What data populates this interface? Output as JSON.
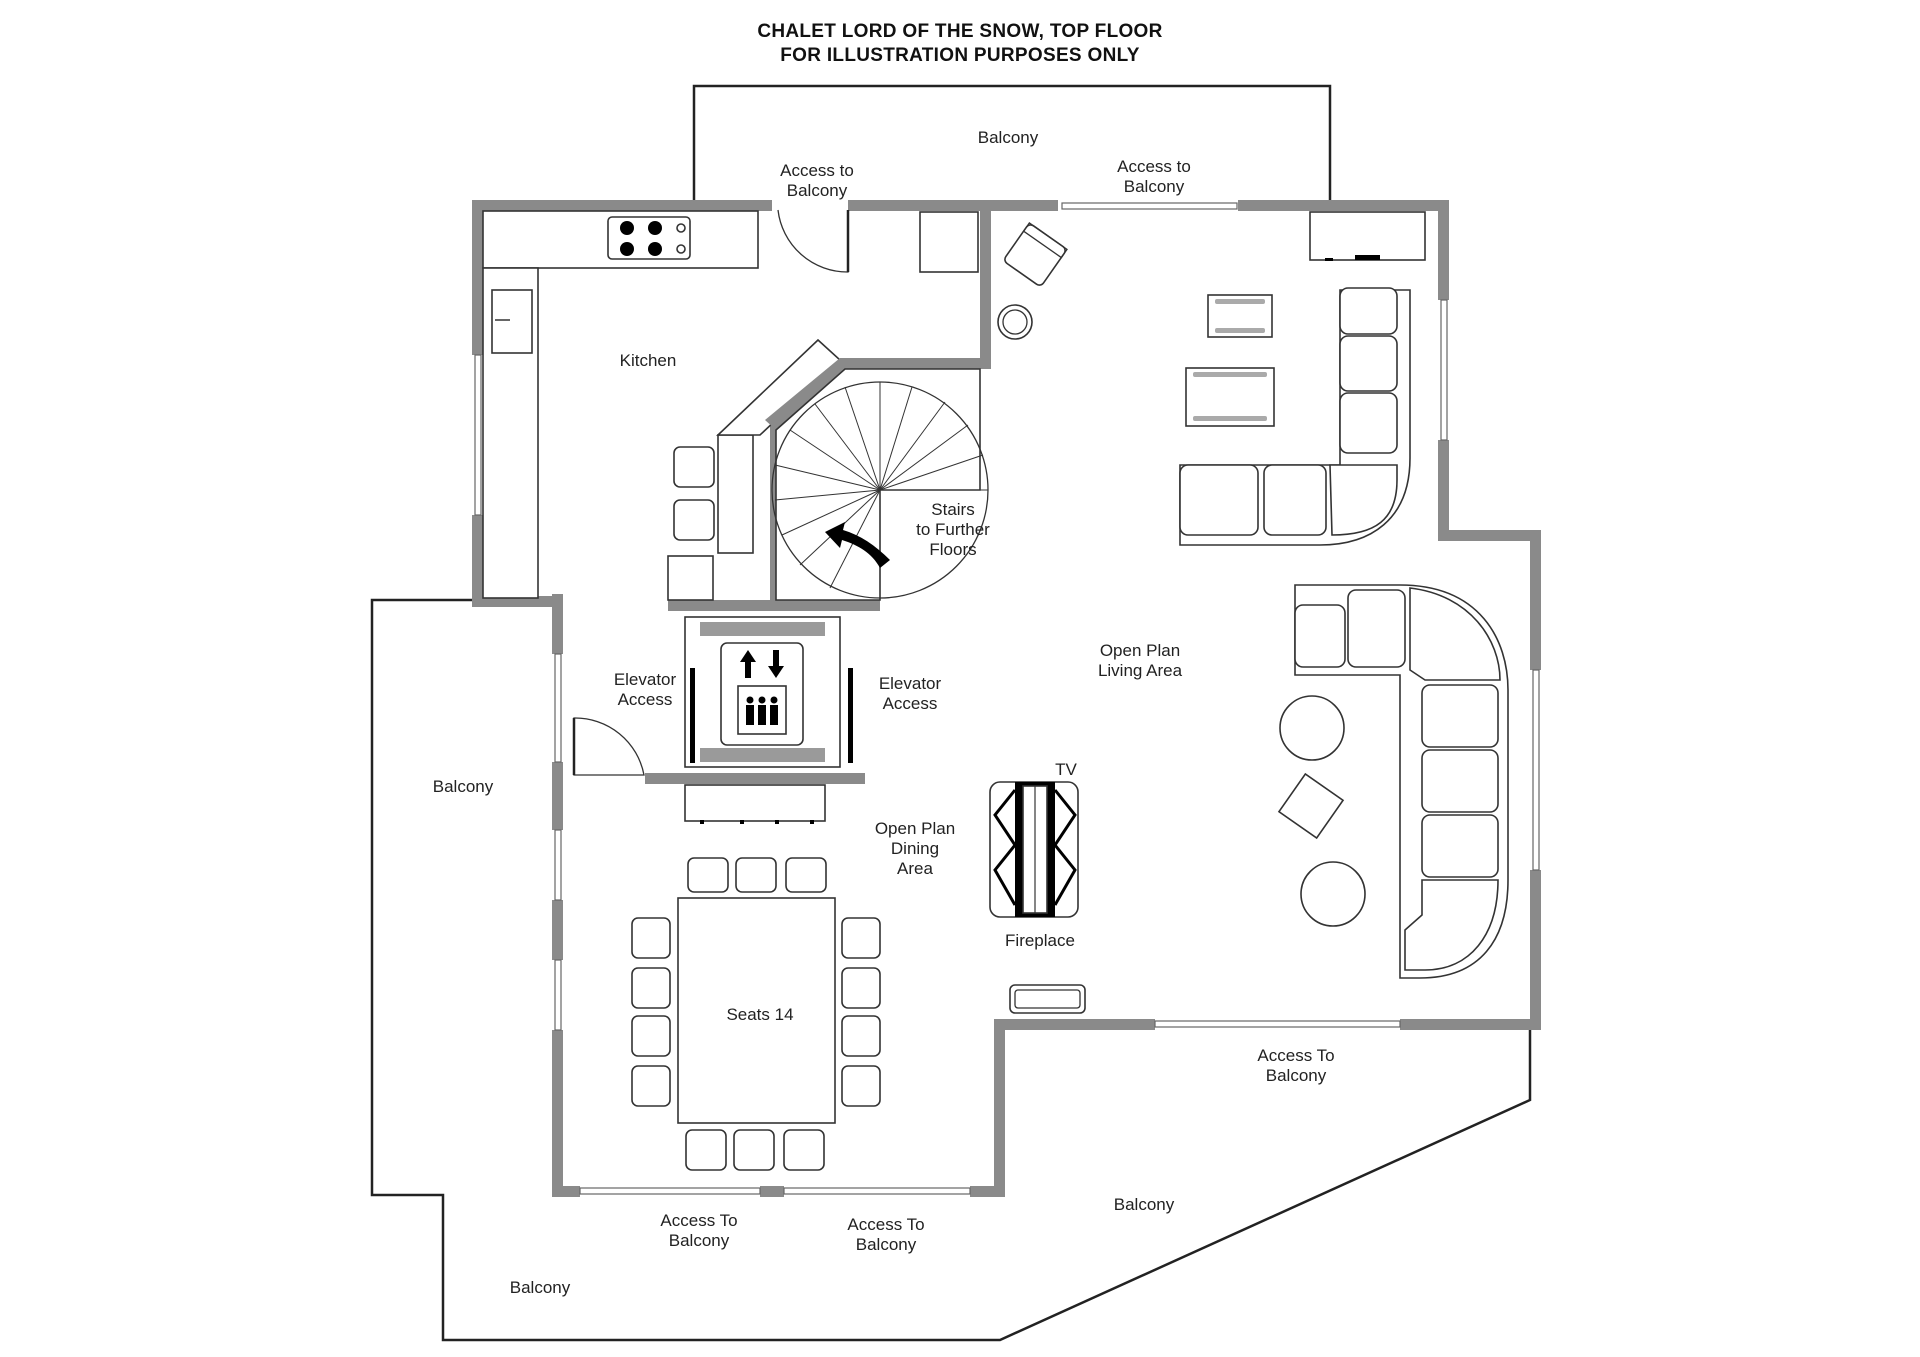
{
  "title": {
    "line1": "CHALET LORD OF THE SNOW, TOP FLOOR",
    "line2": "FOR ILLUSTRATION PURPOSES ONLY"
  },
  "labels": {
    "balcony_top": "Balcony",
    "access_balcony_top_left_1": "Access to",
    "access_balcony_top_left_2": "Balcony",
    "access_balcony_top_right_1": "Access to",
    "access_balcony_top_right_2": "Balcony",
    "kitchen": "Kitchen",
    "stairs_1": "Stairs",
    "stairs_2": "to Further",
    "stairs_3": "Floors",
    "elevator_left_1": "Elevator",
    "elevator_left_2": "Access",
    "elevator_right_1": "Elevator",
    "elevator_right_2": "Access",
    "living_1": "Open Plan",
    "living_2": "Living Area",
    "dining_1": "Open Plan",
    "dining_2": "Dining",
    "dining_3": "Area",
    "tv": "TV",
    "fireplace": "Fireplace",
    "seats": "Seats 14",
    "balcony_left": "Balcony",
    "balcony_bottom_right": "Balcony",
    "balcony_bottom_left": "Balcony",
    "access_bottom_left_1": "Access To",
    "access_bottom_left_2": "Balcony",
    "access_bottom_mid_1": "Access To",
    "access_bottom_mid_2": "Balcony",
    "access_right_1": "Access To",
    "access_right_2": "Balcony"
  },
  "colors": {
    "wall": "#8a8a8a",
    "line": "#222222",
    "background": "#ffffff"
  }
}
